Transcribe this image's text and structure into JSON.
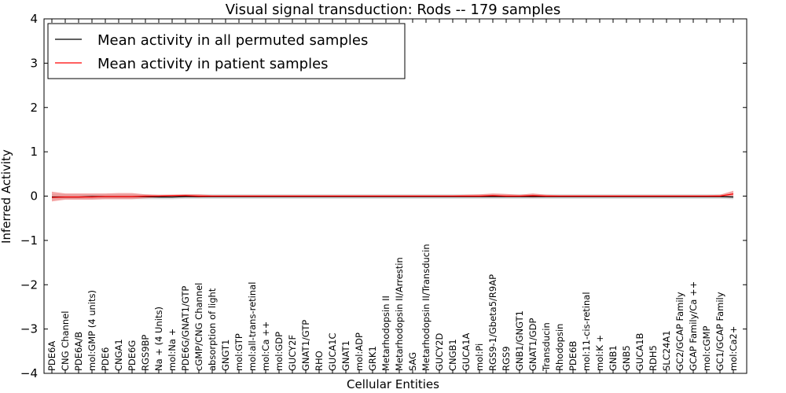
{
  "chart_data": {
    "type": "line",
    "title": "Visual signal transduction: Rods -- 179 samples",
    "xlabel": "Cellular Entities",
    "ylabel": "Inferred Activity",
    "ylim": [
      -4,
      4
    ],
    "yticks": [
      -4,
      -3,
      -2,
      -1,
      0,
      1,
      2,
      3,
      4
    ],
    "ytick_labels": [
      "−4",
      "−3",
      "−2",
      "−1",
      "0",
      "1",
      "2",
      "3",
      "4"
    ],
    "grid": false,
    "legend_position": "top-left",
    "categories": [
      "PDE6A",
      "CNG Channel",
      "PDE6A/B",
      "mol:GMP (4 units)",
      "PDE6",
      "CNGA1",
      "PDE6G",
      "RGS9BP",
      "Na + (4 Units)",
      "mol:Na +",
      "PDE6G/GNAT1/GTP",
      "cGMP/CNG Channel",
      "absorption of light",
      "GNGT1",
      "mol:GTP",
      "mol:all-trans-retinal",
      "mol:Ca ++",
      "mol:GDP",
      "GUCY2F",
      "GNAT1/GTP",
      "RHO",
      "GUCA1C",
      "GNAT1",
      "mol:ADP",
      "GRK1",
      "Metarhodopsin II",
      "Metarhodopsin II/Arrestin",
      "SAG",
      "Metarhodopsin II/Transducin",
      "GUCY2D",
      "CNGB1",
      "GUCA1A",
      "mol:Pi",
      "RGS9-1/Gbeta5/R9AP",
      "RGS9",
      "GNB1/GNGT1",
      "GNAT1/GDP",
      "Transducin",
      "Rhodopsin",
      "PDE6B",
      "mol:11-cis-retinal",
      "mol:K +",
      "GNB1",
      "GNB5",
      "GUCA1B",
      "RDH5",
      "SLC24A1",
      "GC2/GCAP Family",
      "GCAP Family/Ca ++",
      "mol:cGMP",
      "GC1/GCAP Family",
      "mol:Ca2+"
    ],
    "series": [
      {
        "name": "Mean activity in all permuted samples",
        "color": "#000000",
        "values": [
          -0.02,
          -0.02,
          -0.02,
          -0.01,
          -0.01,
          -0.01,
          -0.01,
          -0.01,
          -0.02,
          -0.02,
          -0.01,
          -0.01,
          -0.01,
          -0.01,
          -0.01,
          -0.01,
          -0.01,
          -0.01,
          -0.01,
          -0.01,
          -0.01,
          -0.01,
          -0.01,
          -0.01,
          -0.01,
          -0.01,
          -0.01,
          -0.01,
          -0.01,
          -0.01,
          -0.01,
          -0.01,
          -0.01,
          -0.01,
          -0.01,
          -0.01,
          -0.01,
          -0.01,
          -0.01,
          -0.01,
          -0.01,
          -0.01,
          -0.01,
          -0.01,
          -0.01,
          -0.01,
          -0.01,
          -0.01,
          -0.01,
          -0.01,
          -0.01,
          -0.02
        ],
        "band_color": "#b3b3b3",
        "band_lower": [
          -0.07,
          -0.07,
          -0.07,
          -0.07,
          -0.07,
          -0.07,
          -0.07,
          -0.07,
          -0.07,
          -0.07,
          -0.06,
          -0.06,
          -0.06,
          -0.06,
          -0.06,
          -0.06,
          -0.06,
          -0.06,
          -0.06,
          -0.06,
          -0.06,
          -0.06,
          -0.06,
          -0.06,
          -0.06,
          -0.06,
          -0.06,
          -0.06,
          -0.06,
          -0.06,
          -0.06,
          -0.06,
          -0.06,
          -0.06,
          -0.06,
          -0.06,
          -0.06,
          -0.06,
          -0.06,
          -0.06,
          -0.06,
          -0.06,
          -0.06,
          -0.06,
          -0.06,
          -0.06,
          -0.06,
          -0.06,
          -0.06,
          -0.06,
          -0.06,
          -0.07
        ],
        "band_upper": [
          0.04,
          0.04,
          0.04,
          0.04,
          0.04,
          0.04,
          0.04,
          0.04,
          0.03,
          0.03,
          0.04,
          0.04,
          0.04,
          0.04,
          0.04,
          0.04,
          0.04,
          0.04,
          0.04,
          0.04,
          0.04,
          0.04,
          0.04,
          0.04,
          0.04,
          0.04,
          0.04,
          0.04,
          0.04,
          0.04,
          0.04,
          0.04,
          0.04,
          0.04,
          0.04,
          0.04,
          0.04,
          0.04,
          0.04,
          0.04,
          0.04,
          0.04,
          0.04,
          0.04,
          0.04,
          0.04,
          0.04,
          0.04,
          0.04,
          0.04,
          0.04,
          0.04
        ]
      },
      {
        "name": "Mean activity in patient samples",
        "color": "#ff0000",
        "values": [
          -0.03,
          -0.02,
          -0.02,
          -0.02,
          -0.01,
          -0.01,
          -0.01,
          0,
          0,
          0.01,
          0.01,
          0,
          0,
          0,
          0,
          0,
          0,
          0,
          0,
          0,
          0,
          0,
          0,
          0,
          0,
          0,
          0,
          0,
          0,
          0,
          0,
          0,
          0,
          0.01,
          0,
          0,
          0.01,
          0,
          0,
          0,
          0,
          0,
          0,
          0,
          0,
          0,
          0,
          0,
          0,
          0,
          0,
          0.05
        ],
        "band_color": "#f08080",
        "band_lower": [
          -0.12,
          -0.08,
          -0.08,
          -0.08,
          -0.07,
          -0.07,
          -0.07,
          -0.05,
          -0.03,
          -0.02,
          -0.02,
          -0.03,
          -0.02,
          -0.02,
          -0.02,
          -0.02,
          -0.02,
          -0.02,
          -0.02,
          -0.02,
          -0.02,
          -0.02,
          -0.02,
          -0.02,
          -0.02,
          -0.02,
          -0.02,
          -0.02,
          -0.02,
          -0.02,
          -0.02,
          -0.02,
          -0.02,
          -0.02,
          -0.02,
          -0.02,
          -0.03,
          -0.02,
          -0.02,
          -0.02,
          -0.02,
          -0.02,
          -0.02,
          -0.02,
          -0.02,
          -0.02,
          -0.02,
          -0.02,
          -0.02,
          -0.02,
          -0.02,
          0.0
        ],
        "band_upper": [
          0.1,
          0.06,
          0.06,
          0.06,
          0.06,
          0.07,
          0.07,
          0.04,
          0.03,
          0.03,
          0.04,
          0.04,
          0.02,
          0.02,
          0.02,
          0.02,
          0.02,
          0.02,
          0.02,
          0.02,
          0.02,
          0.02,
          0.02,
          0.02,
          0.02,
          0.02,
          0.02,
          0.02,
          0.02,
          0.02,
          0.02,
          0.03,
          0.04,
          0.06,
          0.05,
          0.03,
          0.06,
          0.03,
          0.02,
          0.02,
          0.02,
          0.02,
          0.02,
          0.02,
          0.02,
          0.02,
          0.02,
          0.02,
          0.02,
          0.02,
          0.03,
          0.12
        ]
      }
    ]
  }
}
